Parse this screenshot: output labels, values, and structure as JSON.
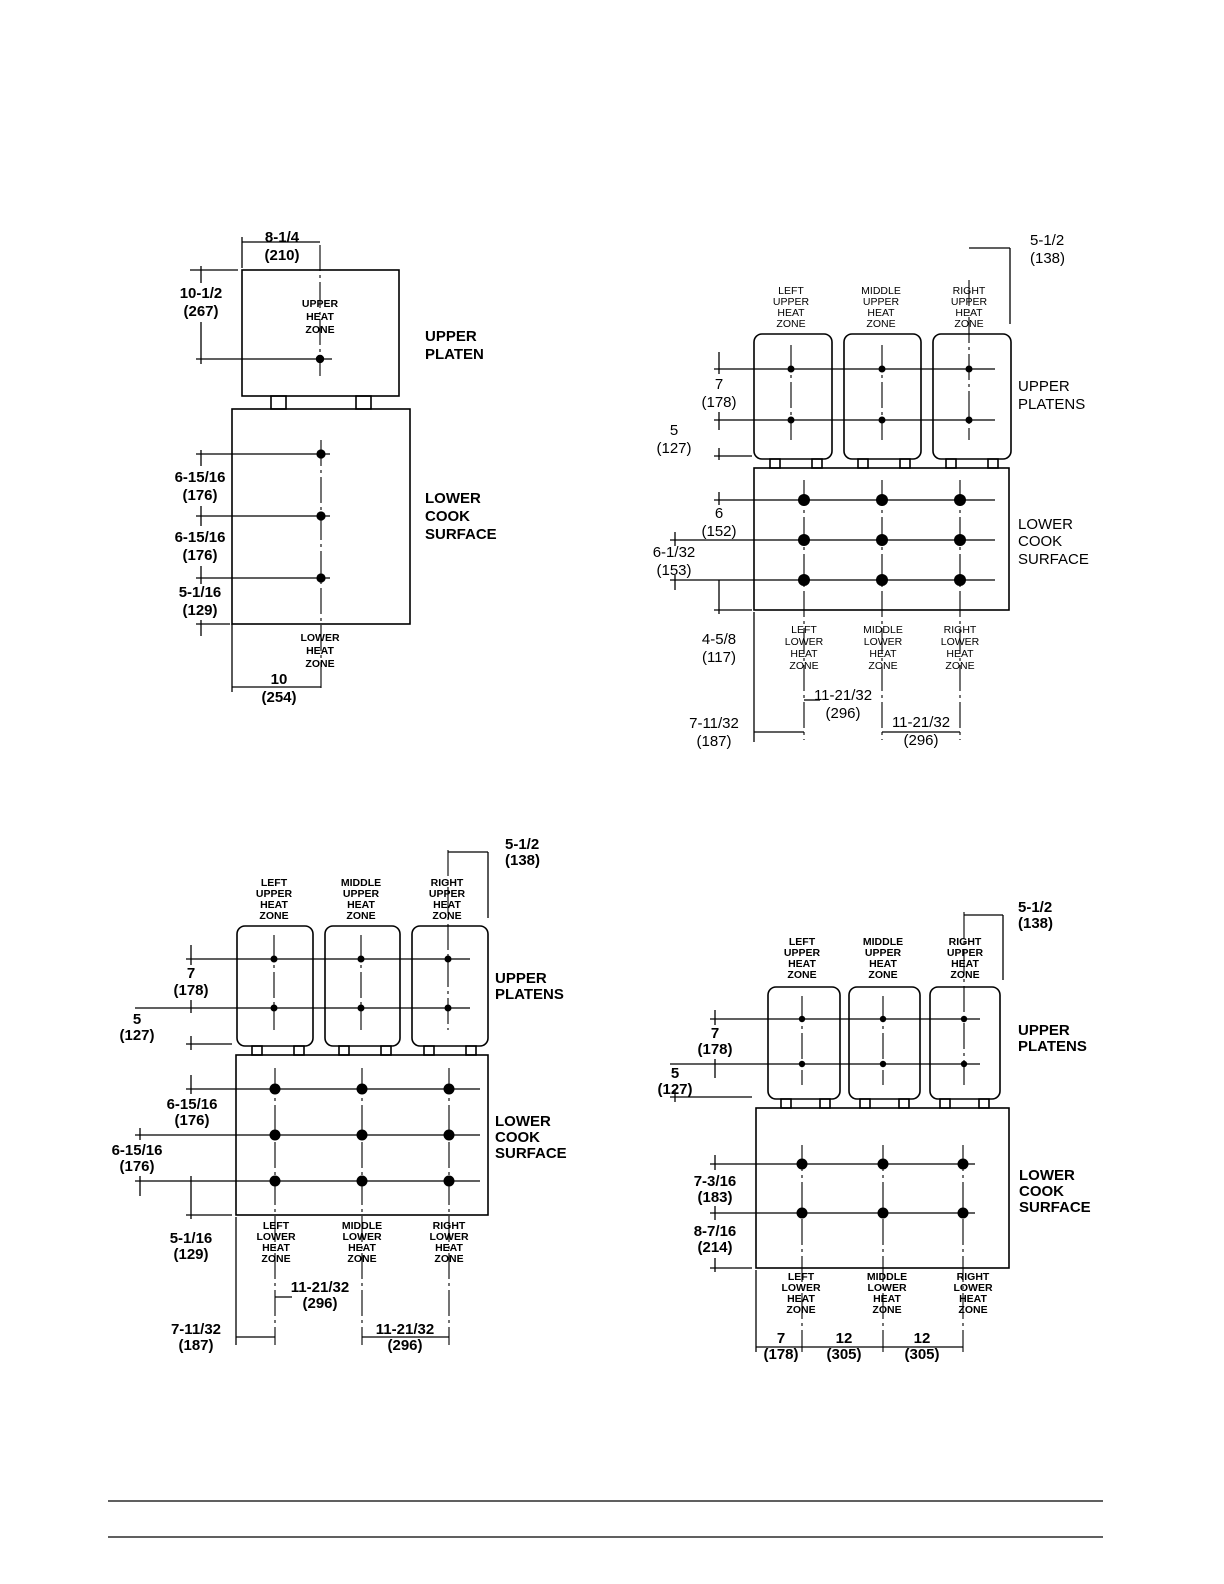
{
  "diagram1": {
    "dims": {
      "width_upper": [
        "8-1/4",
        "(210)"
      ],
      "height_upper": [
        "10-1/2",
        "(267)"
      ],
      "lower_1": [
        "6-15/16",
        "(176)"
      ],
      "lower_2": [
        "6-15/16",
        "(176)"
      ],
      "lower_3": [
        "5-1/16",
        "(129)"
      ],
      "bottom": [
        "10",
        "(254)"
      ]
    },
    "zones": {
      "upper": [
        "UPPER",
        "HEAT",
        "ZONE"
      ],
      "lower": [
        "LOWER",
        "HEAT",
        "ZONE"
      ]
    },
    "labels": {
      "upper": [
        "UPPER",
        "PLATEN"
      ],
      "lower": [
        "LOWER",
        "COOK",
        "SURFACE"
      ]
    }
  },
  "diagram2": {
    "dims": {
      "top_right": [
        "5-1/2",
        "(138)"
      ],
      "upper_1": [
        "7",
        "(178)"
      ],
      "upper_2": [
        "5",
        "(127)"
      ],
      "lower_1": [
        "6",
        "(152)"
      ],
      "lower_2": [
        "6-1/32",
        "(153)"
      ],
      "lower_3": [
        "4-5/8",
        "(117)"
      ],
      "bottom_1": [
        "7-11/32",
        "(187)"
      ],
      "bottom_2": [
        "11-21/32",
        "(296)"
      ],
      "bottom_3": [
        "11-21/32",
        "(296)"
      ]
    },
    "zones": {
      "upper": [
        [
          "LEFT",
          "UPPER",
          "HEAT",
          "ZONE"
        ],
        [
          "MIDDLE",
          "UPPER",
          "HEAT",
          "ZONE"
        ],
        [
          "RIGHT",
          "UPPER",
          "HEAT",
          "ZONE"
        ]
      ],
      "lower": [
        [
          "LEFT",
          "LOWER",
          "HEAT",
          "ZONE"
        ],
        [
          "MIDDLE",
          "LOWER",
          "HEAT",
          "ZONE"
        ],
        [
          "RIGHT",
          "LOWER",
          "HEAT",
          "ZONE"
        ]
      ]
    },
    "labels": {
      "upper": [
        "UPPER",
        "PLATENS"
      ],
      "lower": [
        "LOWER",
        "COOK",
        "SURFACE"
      ]
    }
  },
  "diagram3": {
    "dims": {
      "top_right": [
        "5-1/2",
        "(138)"
      ],
      "upper_1": [
        "7",
        "(178)"
      ],
      "upper_2": [
        "5",
        "(127)"
      ],
      "lower_1": [
        "6-15/16",
        "(176)"
      ],
      "lower_2": [
        "6-15/16",
        "(176)"
      ],
      "lower_3": [
        "5-1/16",
        "(129)"
      ],
      "bottom_1": [
        "7-11/32",
        "(187)"
      ],
      "bottom_2": [
        "11-21/32",
        "(296)"
      ],
      "bottom_3": [
        "11-21/32",
        "(296)"
      ]
    },
    "zones": {
      "upper": [
        [
          "LEFT",
          "UPPER",
          "HEAT",
          "ZONE"
        ],
        [
          "MIDDLE",
          "UPPER",
          "HEAT",
          "ZONE"
        ],
        [
          "RIGHT",
          "UPPER",
          "HEAT",
          "ZONE"
        ]
      ],
      "lower": [
        [
          "LEFT",
          "LOWER",
          "HEAT",
          "ZONE"
        ],
        [
          "MIDDLE",
          "LOWER",
          "HEAT",
          "ZONE"
        ],
        [
          "RIGHT",
          "LOWER",
          "HEAT",
          "ZONE"
        ]
      ]
    },
    "labels": {
      "upper": [
        "UPPER",
        "PLATENS"
      ],
      "lower": [
        "LOWER",
        "COOK",
        "SURFACE"
      ]
    }
  },
  "diagram4": {
    "dims": {
      "top_right": [
        "5-1/2",
        "(138)"
      ],
      "upper_1": [
        "7",
        "(178)"
      ],
      "upper_2": [
        "5",
        "(127)"
      ],
      "lower_1": [
        "7-3/16",
        "(183)"
      ],
      "lower_2": [
        "8-7/16",
        "(214)"
      ],
      "bottom_1": [
        "7",
        "(178)"
      ],
      "bottom_2": [
        "12",
        "(305)"
      ],
      "bottom_3": [
        "12",
        "(305)"
      ]
    },
    "zones": {
      "upper": [
        [
          "LEFT",
          "UPPER",
          "HEAT",
          "ZONE"
        ],
        [
          "MIDDLE",
          "UPPER",
          "HEAT",
          "ZONE"
        ],
        [
          "RIGHT",
          "UPPER",
          "HEAT",
          "ZONE"
        ]
      ],
      "lower": [
        [
          "LEFT",
          "LOWER",
          "HEAT",
          "ZONE"
        ],
        [
          "MIDDLE",
          "LOWER",
          "HEAT",
          "ZONE"
        ],
        [
          "RIGHT",
          "LOWER",
          "HEAT",
          "ZONE"
        ]
      ]
    },
    "labels": {
      "upper": [
        "UPPER",
        "PLATENS"
      ],
      "lower": [
        "LOWER",
        "COOK",
        "SURFACE"
      ]
    }
  }
}
